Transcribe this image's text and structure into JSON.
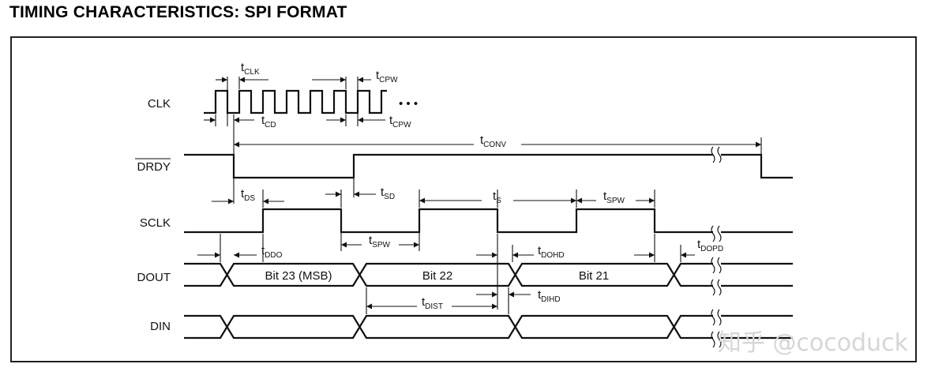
{
  "title": "TIMING CHARACTERISTICS: SPI FORMAT",
  "signals": {
    "clk": "CLK",
    "drdy": "DRDY",
    "sclk": "SCLK",
    "dout": "DOUT",
    "din": "DIN"
  },
  "ellipsis": "• • •",
  "bits": {
    "bit23": "Bit 23 (MSB)",
    "bit22": "Bit 22",
    "bit21": "Bit 21"
  },
  "timing": {
    "t": "t",
    "clk": "CLK",
    "cpw": "CPW",
    "cd": "CD",
    "conv": "CONV",
    "ds": "DS",
    "sd": "SD",
    "s": "S",
    "spw": "SPW",
    "ddo": "DDO",
    "dohd": "DOHD",
    "dopd": "DOPD",
    "dist": "DIST",
    "dihd": "DIHD"
  },
  "watermark": "知乎 @cocoduck"
}
